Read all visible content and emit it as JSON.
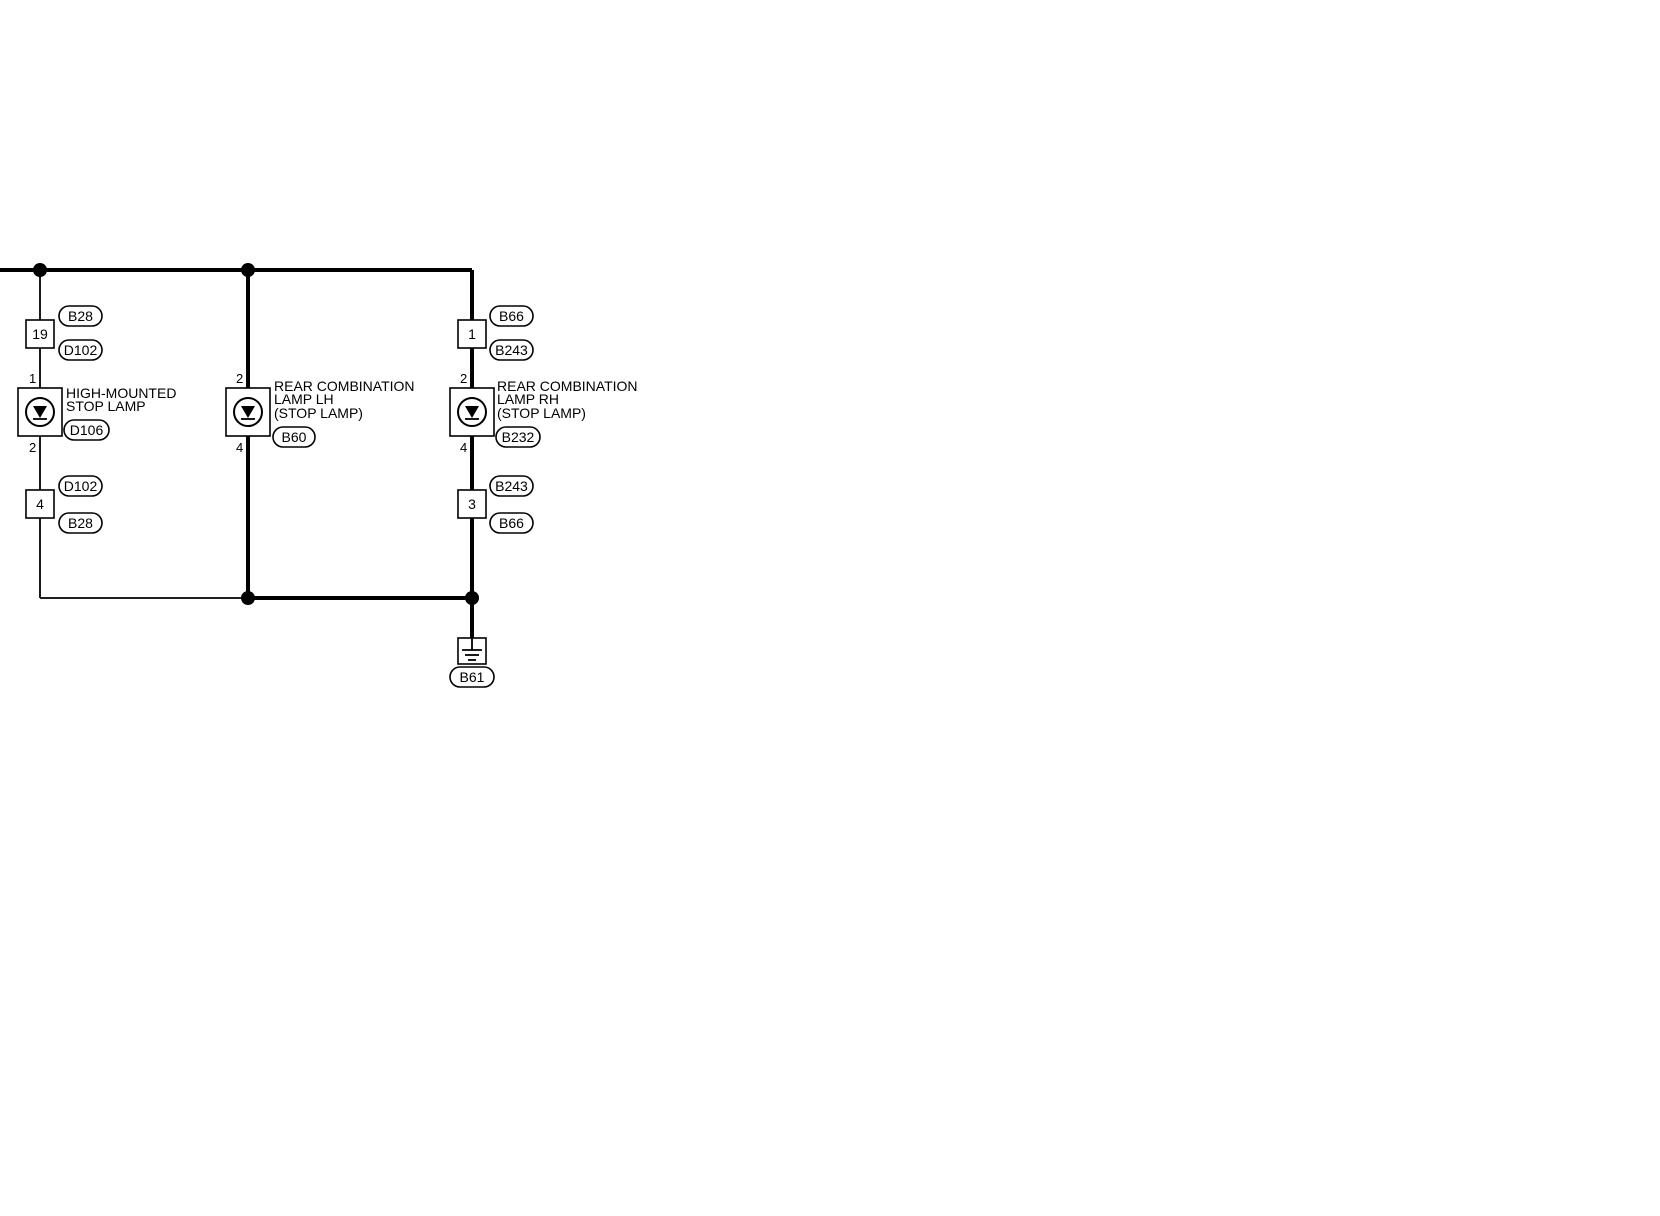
{
  "diagram": {
    "left_lamp": {
      "upper_connector_pin": "19",
      "upper_connector_tags": [
        "B28",
        "D102"
      ],
      "lamp_pin_in": "1",
      "lamp_pin_out": "2",
      "label_lines": [
        "HIGH-MOUNTED",
        "STOP LAMP"
      ],
      "lamp_tag": "D106",
      "lower_connector_pin": "4",
      "lower_connector_tags": [
        "D102",
        "B28"
      ]
    },
    "middle_lamp": {
      "lamp_pin_in": "2",
      "lamp_pin_out": "4",
      "label_lines": [
        "REAR COMBINATION",
        "LAMP LH",
        "(STOP LAMP)"
      ],
      "lamp_tag": "B60"
    },
    "right_lamp": {
      "upper_connector_pin": "1",
      "upper_connector_tags": [
        "B66",
        "B243"
      ],
      "lamp_pin_in": "2",
      "lamp_pin_out": "4",
      "label_lines": [
        "REAR COMBINATION",
        "LAMP RH",
        "(STOP LAMP)"
      ],
      "lamp_tag": "B232",
      "lower_connector_pin": "3",
      "lower_connector_tags": [
        "B243",
        "B66"
      ]
    },
    "ground": {
      "tag": "B61"
    }
  }
}
